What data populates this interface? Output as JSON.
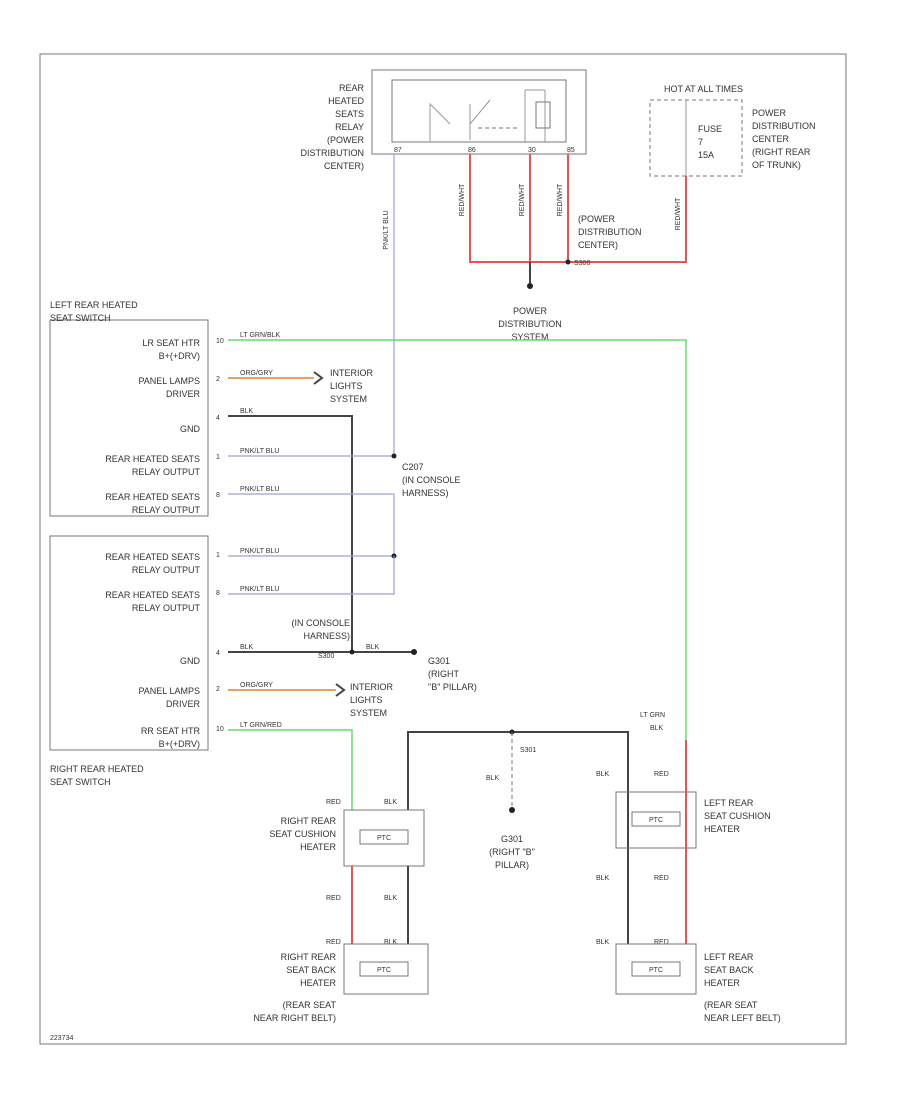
{
  "relay": {
    "label": [
      "REAR",
      "HEATED",
      "SEATS",
      "RELAY",
      "(POWER",
      "DISTRIBUTION",
      "CENTER)"
    ],
    "pins": [
      "87",
      "86",
      "30",
      "85"
    ]
  },
  "fuse": {
    "header": "HOT AT ALL TIMES",
    "name": "FUSE",
    "number": "7",
    "rating": "15A",
    "location": [
      "POWER",
      "DISTRIBUTION",
      "CENTER",
      "(RIGHT REAR",
      "OF TRUNK)"
    ]
  },
  "pdc": {
    "label": [
      "POWER",
      "DISTRIBUTION",
      "CENTER)"
    ],
    "label_short": [
      "(POWER",
      "DISTRIBUTION",
      "CENTER)"
    ],
    "ground": "S300",
    "system": [
      "POWER",
      "DISTRIBUTION",
      "SYSTEM"
    ]
  },
  "wires": {
    "red_wht": "RED/WHT",
    "pnk_lt_blu": "PNK/LT BLU",
    "lt_grn_blk": "LT GRN/BLK",
    "lt_grn_red": "LT GRN/RED",
    "org_gry": "ORG/GRY",
    "blk": "BLK",
    "red": "RED",
    "lt_grn": "LT GRN",
    "blk2": "BLK"
  },
  "left_switch": {
    "title": [
      "LEFT REAR HEATED",
      "SEAT SWITCH"
    ],
    "pins": [
      {
        "label": [
          "LR SEAT HTR",
          "B+(+DRV)"
        ],
        "num": "10"
      },
      {
        "label": [
          "PANEL LAMPS",
          "DRIVER"
        ],
        "num": "2"
      },
      {
        "label": [
          "GND"
        ],
        "num": "4"
      },
      {
        "label": [
          "REAR HEATED SEATS",
          "RELAY OUTPUT"
        ],
        "num": "1"
      },
      {
        "label": [
          "REAR HEATED SEATS",
          "RELAY OUTPUT"
        ],
        "num": "8"
      }
    ]
  },
  "right_switch": {
    "title": [
      "RIGHT REAR HEATED",
      "SEAT SWITCH"
    ],
    "pins": [
      {
        "label": [
          "REAR HEATED SEATS",
          "RELAY OUTPUT"
        ],
        "num": "1"
      },
      {
        "label": [
          "REAR HEATED SEATS",
          "RELAY OUTPUT"
        ],
        "num": "8"
      },
      {
        "label": [
          "GND"
        ],
        "num": "4"
      },
      {
        "label": [
          "PANEL LAMPS",
          "DRIVER"
        ],
        "num": "2"
      },
      {
        "label": [
          "RR SEAT HTR",
          "B+(+DRV)"
        ],
        "num": "10"
      }
    ]
  },
  "interior_lights": [
    "INTERIOR",
    "LIGHTS",
    "SYSTEM"
  ],
  "c207": {
    "id": "C207",
    "note": [
      "(IN CONSOLE",
      "HARNESS)"
    ]
  },
  "c207_right": {
    "note": [
      "(IN CONSOLE",
      "HARNESS)"
    ]
  },
  "s300_splice": "S300",
  "g301": {
    "id": "G301",
    "note": [
      "(RIGHT",
      "\"B\" PILLAR)"
    ]
  },
  "g301_mid": {
    "id": "G301",
    "note": [
      "(RIGHT \"B\"",
      "PILLAR)"
    ]
  },
  "s301": "S301",
  "heaters": {
    "rr_cushion": [
      "RIGHT REAR",
      "SEAT CUSHION",
      "HEATER"
    ],
    "rr_back": [
      "RIGHT REAR",
      "SEAT BACK",
      "HEATER",
      "(REAR SEAT",
      "NEAR RIGHT BELT)"
    ],
    "lr_cushion": [
      "LEFT REAR",
      "SEAT CUSHION",
      "HEATER"
    ],
    "lr_back": [
      "LEFT REAR",
      "SEAT BACK",
      "HEATER",
      "(REAR SEAT",
      "NEAR LEFT BELT)"
    ],
    "element": "PTC"
  },
  "footer_code": "223734"
}
